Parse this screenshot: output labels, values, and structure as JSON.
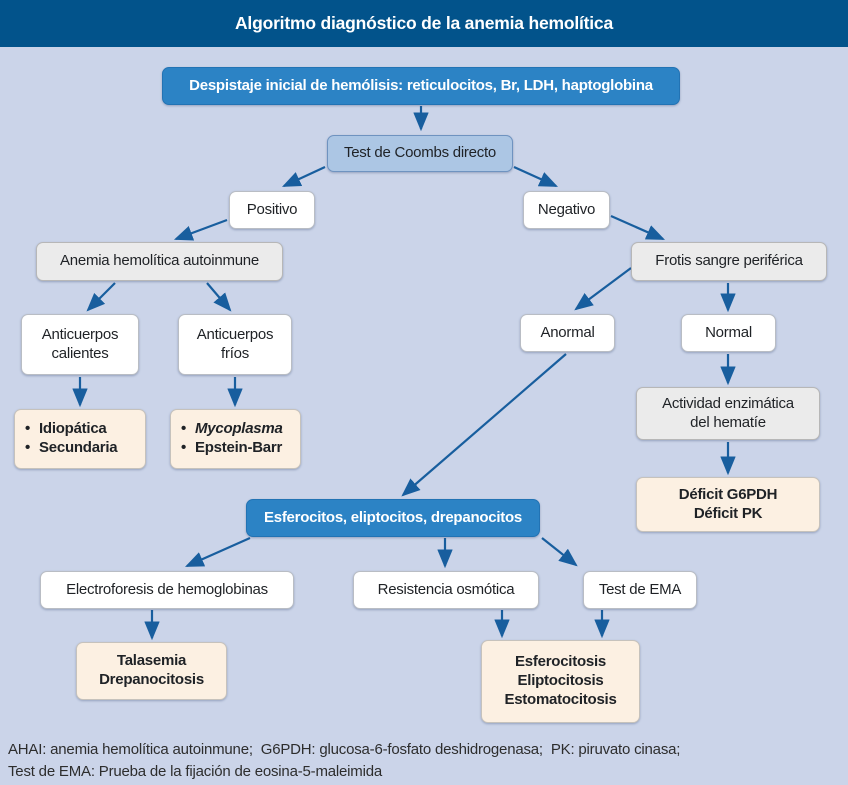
{
  "title": "Algoritmo diagnóstico de la anemia hemolítica",
  "bullet": "•",
  "palette": {
    "header_bg": "#02538B",
    "canvas_bg": "#CBD4E9",
    "primary_box": "#2C83C5",
    "secondary_box": "#ACC6E4",
    "gray_box": "#EBEBEB",
    "result_box": "#FCF0E2",
    "arrow": "#185E9E"
  },
  "nodes": {
    "screening": {
      "text": "Despistaje inicial de hemólisis: reticulocitos, Br, LDH, haptoglobina"
    },
    "coombs": {
      "text": "Test de Coombs directo"
    },
    "positive": {
      "text": "Positivo"
    },
    "negative": {
      "text": "Negativo"
    },
    "ahai": {
      "text": "Anemia hemolítica autoinmune"
    },
    "smear": {
      "text": "Frotis sangre periférica"
    },
    "warm": {
      "line1": "Anticuerpos",
      "line2": "calientes"
    },
    "cold": {
      "line1": "Anticuerpos",
      "line2": "fríos"
    },
    "abnormal": {
      "text": "Anormal"
    },
    "normal": {
      "text": "Normal"
    },
    "warm_causes": {
      "items": [
        "Idiopática",
        "Secundaria"
      ]
    },
    "cold_causes": {
      "items": [
        "Mycoplasma",
        "Epstein-Barr"
      ]
    },
    "enzyme": {
      "line1": "Actividad enzimática",
      "line2": "del hematíe"
    },
    "deficit": {
      "line1": "Déficit G6PDH",
      "line2": "Déficit PK"
    },
    "morphology": {
      "text": "Esferocitos, eliptocitos, drepanocitos"
    },
    "electrophoresis": {
      "text": "Electroforesis de hemoglobinas"
    },
    "osmotic": {
      "text": "Resistencia osmótica"
    },
    "ema": {
      "text": "Test de EMA"
    },
    "thalassemia": {
      "line1": "Talasemia",
      "line2": "Drepanocitosis"
    },
    "spherocytosis": {
      "line1": "Esferocitosis",
      "line2": "Eliptocitosis",
      "line3": "Estomatocitosis"
    }
  },
  "footnotes": {
    "line1": "AHAI: anemia hemolítica autoinmune;  G6PDH: glucosa-6-fosfato deshidrogenasa;  PK: piruvato cinasa;",
    "line2": "Test de EMA: Prueba de la fijación de eosina-5-maleimida"
  }
}
